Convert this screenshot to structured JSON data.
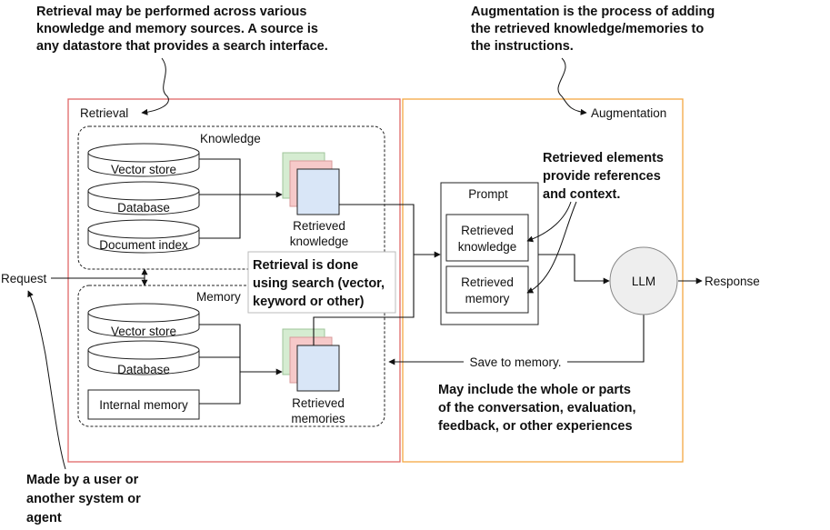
{
  "annotations": {
    "sources_note": [
      "Retrieval may be performed across various",
      "knowledge and memory sources. A source is",
      "any datastore that provides a search interface."
    ],
    "augmentation_note": [
      "Augmentation is the process of adding",
      "the retrieved knowledge/memories to",
      "the instructions."
    ],
    "elements_note": [
      "Retrieved elements",
      "provide references",
      "and context."
    ],
    "search_note": [
      "Retrieval is done",
      "using search (vector,",
      "keyword or other)"
    ],
    "save_note": [
      "May include the whole or parts",
      "of the conversation, evaluation,",
      "feedback, or other experiences"
    ],
    "request_note": [
      "Made by a user or",
      "another system or",
      "agent"
    ]
  },
  "retrieval": {
    "title": "Retrieval",
    "knowledge": {
      "title": "Knowledge",
      "sources": [
        "Vector store",
        "Database",
        "Document index"
      ],
      "output": [
        "Retrieved",
        "knowledge"
      ]
    },
    "memory": {
      "title": "Memory",
      "sources": [
        "Vector store",
        "Database",
        "Internal memory"
      ],
      "output": [
        "Retrieved",
        "memories"
      ]
    }
  },
  "augmentation": {
    "title": "Augmentation",
    "prompt": {
      "title": "Prompt",
      "slots": [
        [
          "Retrieved",
          "knowledge"
        ],
        [
          "Retrieved",
          "memory"
        ]
      ]
    }
  },
  "llm": "LLM",
  "request": "Request",
  "response": "Response",
  "save_to_memory": "Save to memory.",
  "colors": {
    "retrieval_border": "#e06666",
    "augmentation_border": "#f4a742",
    "doc_green": "#d5ecd1",
    "doc_red": "#f6c9c9",
    "doc_blue": "#d9e6f7",
    "llm_fill": "#eeeeee"
  }
}
